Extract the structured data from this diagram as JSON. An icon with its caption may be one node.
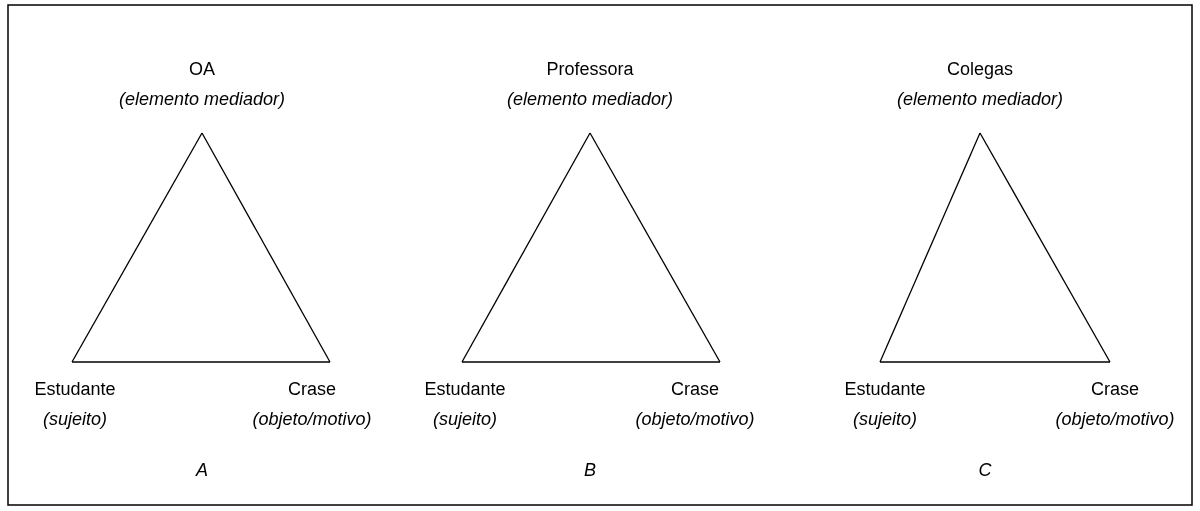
{
  "diagram": {
    "nodes": [
      {
        "text": [
          "OA",
          "(elemento mediador)"
        ]
      },
      {
        "text": [
          "Estudante",
          "(sujeito)"
        ]
      },
      {
        "text": [
          "Crase",
          "(objeto/motivo)"
        ]
      },
      {
        "text": [
          "Professora",
          "(elemento mediador)"
        ]
      },
      {
        "text": [
          "Estudante",
          "(sujeito)"
        ]
      },
      {
        "text": [
          "Crase",
          "(objeto/motivo)"
        ]
      },
      {
        "text": [
          "Colegas",
          "(elemento mediador)"
        ]
      },
      {
        "text": [
          "Estudante",
          "(sujeito)"
        ]
      },
      {
        "text": [
          "Crase",
          "(objeto/motivo)"
        ]
      }
    ],
    "edges": [
      {
        "from": 0,
        "to": 1,
        "arrow": "none"
      },
      {
        "from": 1,
        "to": 2,
        "arrow": "none"
      },
      {
        "from": 0,
        "to": 2,
        "arrow": "none"
      },
      {
        "from": 3,
        "to": 4,
        "arrow": "none"
      },
      {
        "from": 4,
        "to": 5,
        "arrow": "none"
      },
      {
        "from": 3,
        "to": 5,
        "arrow": "none"
      },
      {
        "from": 6,
        "to": 7,
        "arrow": "none"
      },
      {
        "from": 7,
        "to": 8,
        "arrow": "none"
      },
      {
        "from": 6,
        "to": 8,
        "arrow": "none"
      }
    ],
    "labels": [
      "A",
      "B",
      "C"
    ]
  }
}
